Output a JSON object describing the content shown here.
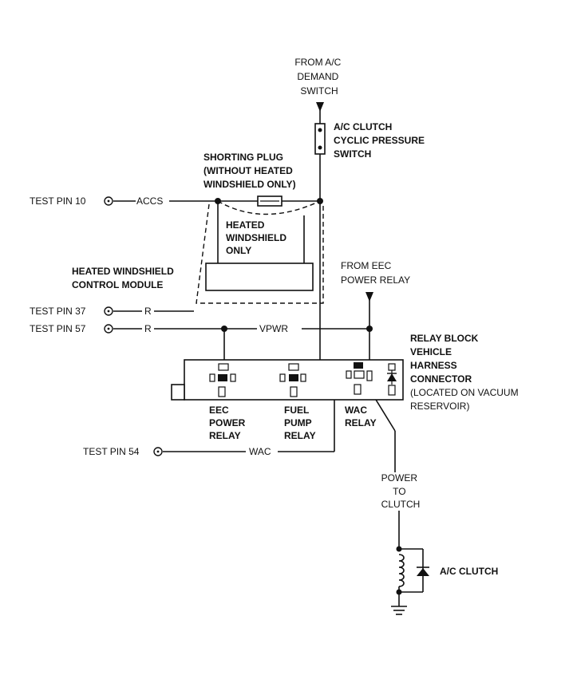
{
  "diagram": {
    "from_ac": [
      "FROM A/C",
      "DEMAND",
      "SWITCH"
    ],
    "cyclic_switch": [
      "A/C CLUTCH",
      "CYCLIC PRESSURE",
      "SWITCH"
    ],
    "shorting_plug": [
      "SHORTING PLUG",
      "(WITHOUT HEATED",
      "WINDSHIELD ONLY)"
    ],
    "test_pin_10": "TEST PIN 10",
    "accs": "ACCS",
    "heated_windshield_only": [
      "HEATED",
      "WINDSHIELD",
      "ONLY"
    ],
    "hw_module": [
      "HEATED WINDSHIELD",
      "CONTROL MODULE"
    ],
    "from_eec": [
      "FROM EEC",
      "POWER RELAY"
    ],
    "test_pin_37": "TEST PIN 37",
    "test_pin_57": "TEST PIN 57",
    "r_label": "R",
    "vpwr": "VPWR",
    "relay_block": [
      "RELAY BLOCK",
      "VEHICLE",
      "HARNESS",
      "CONNECTOR"
    ],
    "relay_block_note": [
      "(LOCATED ON VACUUM",
      "RESERVOIR)"
    ],
    "eec_relay": [
      "EEC",
      "POWER",
      "RELAY"
    ],
    "fuel_relay": [
      "FUEL",
      "PUMP",
      "RELAY"
    ],
    "wac_relay": [
      "WAC",
      "RELAY"
    ],
    "test_pin_54": "TEST PIN 54",
    "wac": "WAC",
    "power_to_clutch": [
      "POWER",
      "TO",
      "CLUTCH"
    ],
    "ac_clutch": "A/C CLUTCH"
  }
}
